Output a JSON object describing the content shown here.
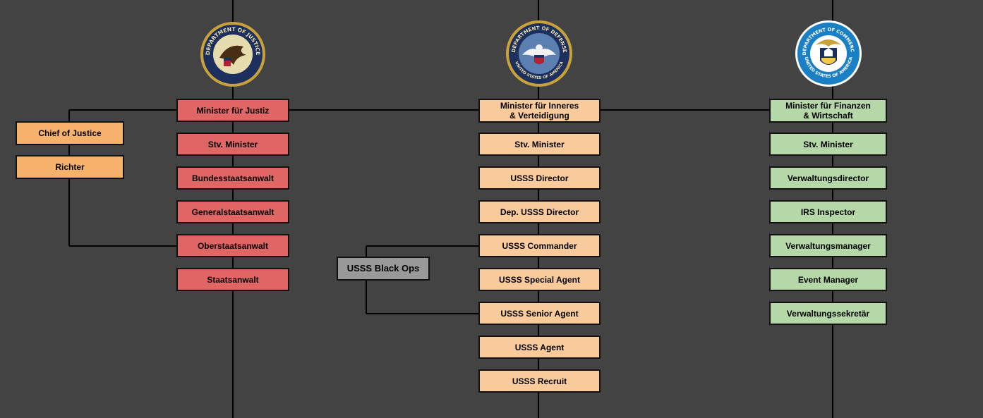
{
  "justice": {
    "seal_text": "DEPARTMENT OF JUSTICE",
    "head": "Minister für Justiz",
    "roles": [
      "Stv. Minister",
      "Bundesstaatsanwalt",
      "Generalstaatsanwalt",
      "Oberstaatsanwalt",
      "Staatsanwalt"
    ],
    "court": [
      "Chief of Justice",
      "Richter"
    ]
  },
  "defense": {
    "seal_text": "DEPARTMENT OF DEFENSE",
    "seal_bottom": "UNITED STATES OF AMERICA",
    "head": "Minister für Inneres\n& Verteidigung",
    "roles": [
      "Stv. Minister",
      "USSS Director",
      "Dep. USSS Director",
      "USSS Commander",
      "USSS Special Agent",
      "USSS Senior Agent",
      "USSS Agent",
      "USSS Recruit"
    ],
    "black_ops": "USSS Black Ops"
  },
  "commerce": {
    "seal_text": "DEPARTMENT OF COMMERCE",
    "seal_bottom": "UNITED STATES OF AMERICA",
    "head": "Minister für Finanzen\n& Wirtschaft",
    "roles": [
      "Stv. Minister",
      "Verwaltungsdirector",
      "IRS Inspector",
      "Verwaltungsmanager",
      "Event Manager",
      "Verwaltungssekretär"
    ]
  },
  "colors": {
    "background": "#434343",
    "justice": "#e06666",
    "court": "#f6b26b",
    "defense": "#f9cb9c",
    "commerce": "#b6d7a8",
    "black_ops": "#999999"
  }
}
